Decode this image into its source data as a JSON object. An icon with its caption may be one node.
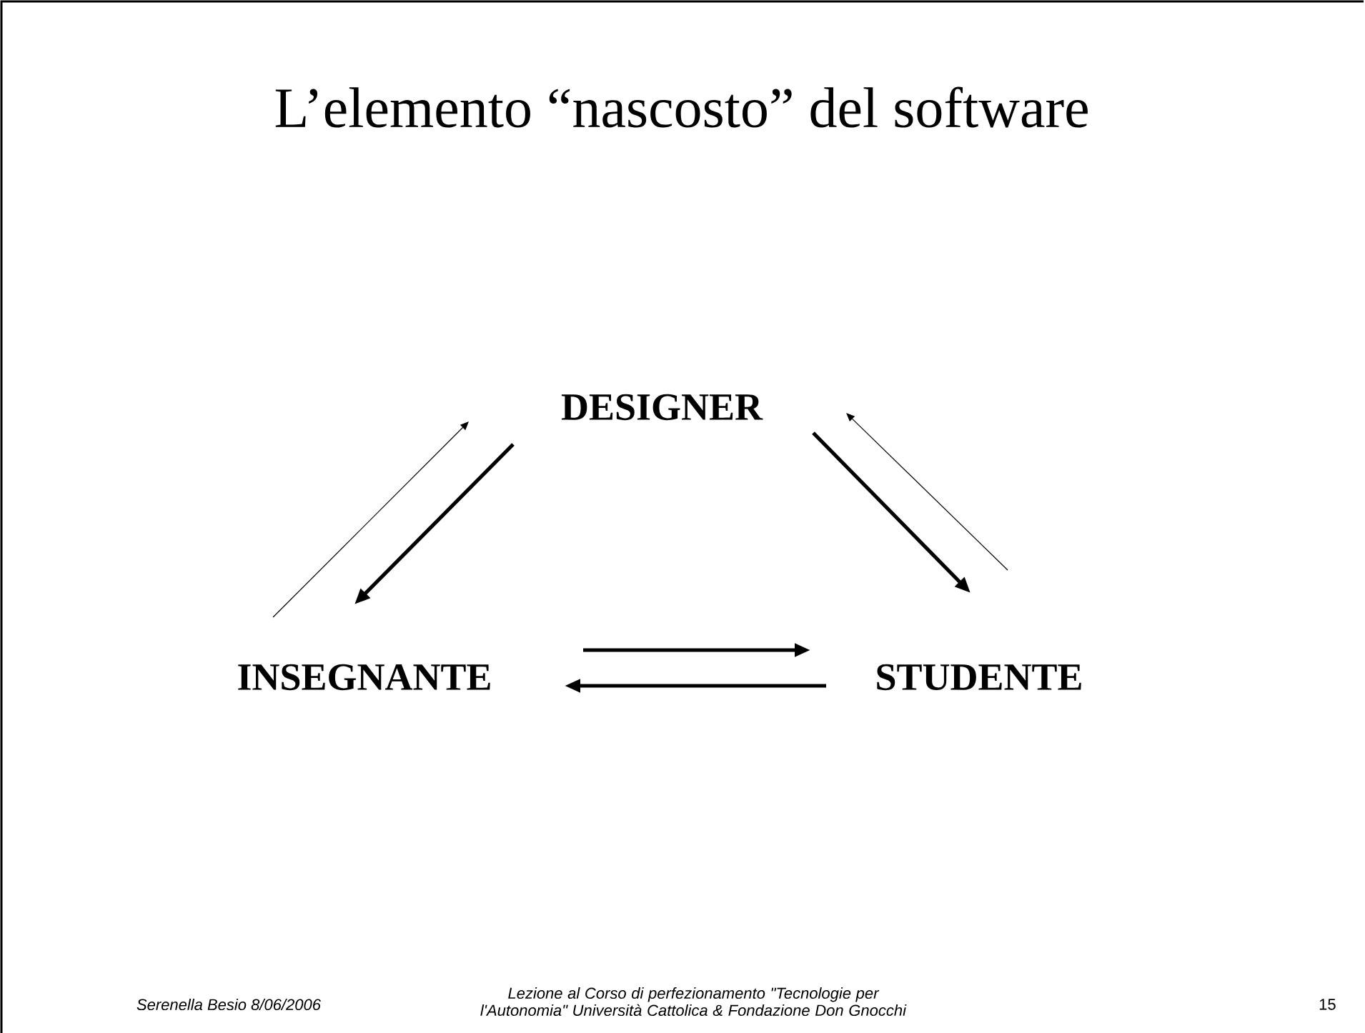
{
  "diagram": {
    "title": "L’elemento “nascosto” del software",
    "nodes": [
      {
        "text": [
          "DESIGNER"
        ]
      },
      {
        "text": [
          "INSEGNANTE"
        ]
      },
      {
        "text": [
          "STUDENTE"
        ]
      }
    ],
    "edges": [
      {
        "from": 1,
        "to": 0,
        "arrow": "to"
      },
      {
        "from": 0,
        "to": 1,
        "arrow": "to"
      },
      {
        "from": 0,
        "to": 2,
        "arrow": "to"
      },
      {
        "from": 2,
        "to": 0,
        "arrow": "to"
      },
      {
        "from": 1,
        "to": 2,
        "arrow": "to"
      },
      {
        "from": 2,
        "to": 1,
        "arrow": "to"
      }
    ],
    "labels": [
      "Serenella Besio 8/06/2006",
      "Lezione al Corso di perfezionamento \"Tecnologie per l'Autonomia\" Università Cattolica & Fondazione Don Gnocchi",
      "15"
    ]
  }
}
